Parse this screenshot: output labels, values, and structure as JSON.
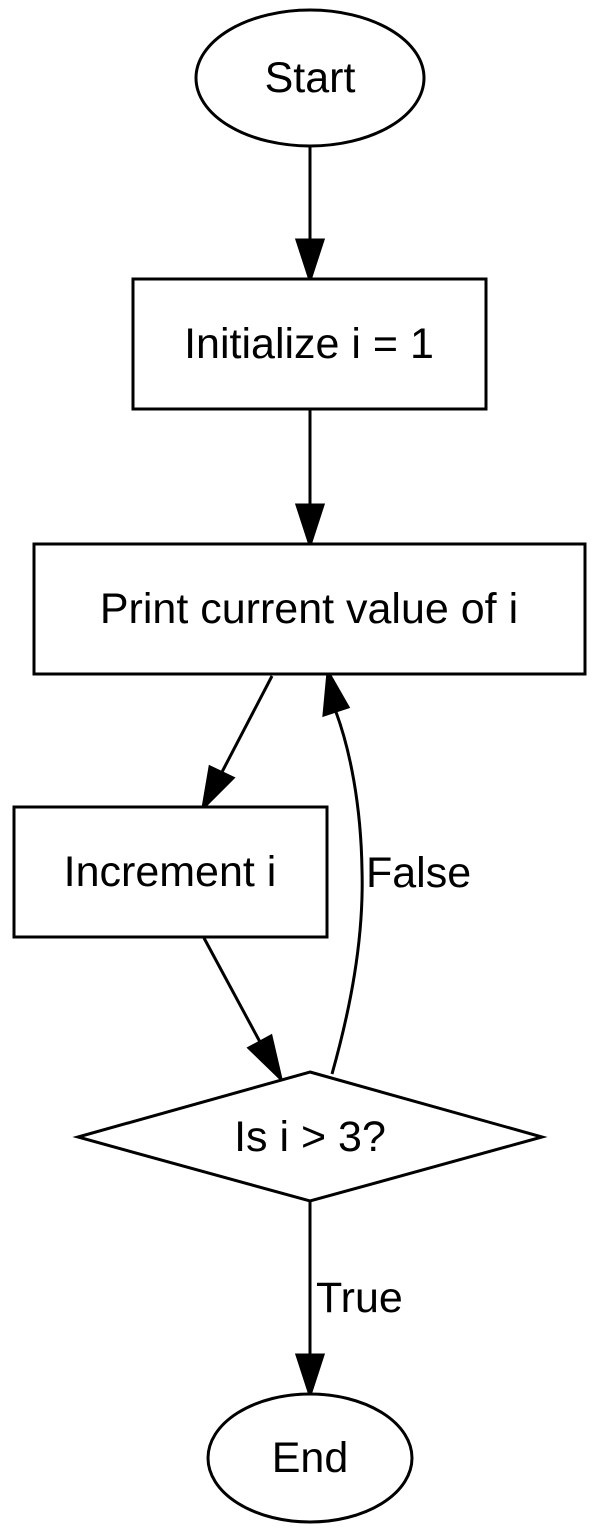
{
  "diagram": {
    "type": "flowchart",
    "nodes": {
      "start": {
        "label": "Start",
        "shape": "ellipse"
      },
      "init": {
        "label": "Initialize i = 1",
        "shape": "rectangle"
      },
      "print": {
        "label": "Print current value of i",
        "shape": "rectangle"
      },
      "increment": {
        "label": "Increment i",
        "shape": "rectangle"
      },
      "decision": {
        "label": "Is i > 3?",
        "shape": "diamond"
      },
      "end": {
        "label": "End",
        "shape": "ellipse"
      }
    },
    "edges": [
      {
        "from": "start",
        "to": "init",
        "label": ""
      },
      {
        "from": "init",
        "to": "print",
        "label": ""
      },
      {
        "from": "print",
        "to": "increment",
        "label": ""
      },
      {
        "from": "increment",
        "to": "decision",
        "label": ""
      },
      {
        "from": "decision",
        "to": "print",
        "label": "False"
      },
      {
        "from": "decision",
        "to": "end",
        "label": "True"
      }
    ],
    "edge_labels": {
      "false": "False",
      "true": "True"
    }
  }
}
